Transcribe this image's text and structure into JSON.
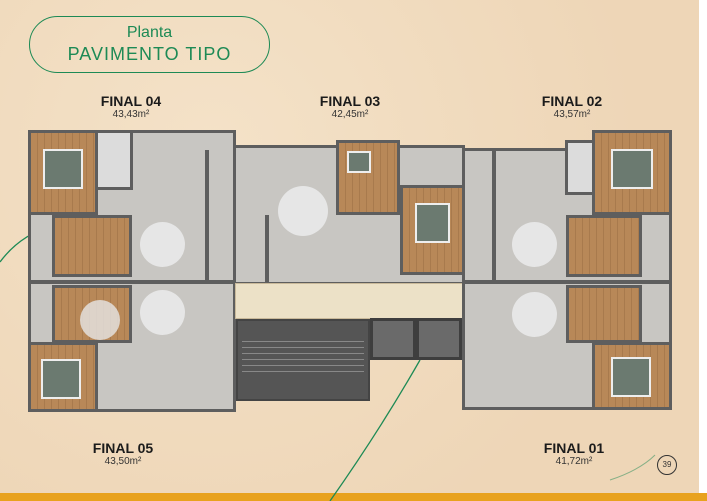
{
  "header": {
    "line1": "Planta",
    "line2": "PAVIMENTO TIPO"
  },
  "units": [
    {
      "name": "FINAL 04",
      "area": "43,43m²"
    },
    {
      "name": "FINAL 03",
      "area": "42,45m²"
    },
    {
      "name": "FINAL 02",
      "area": "43,57m²"
    },
    {
      "name": "FINAL 05",
      "area": "43,50m²"
    },
    {
      "name": "FINAL 01",
      "area": "41,72m²"
    }
  ],
  "page_number": "39",
  "colors": {
    "accent": "#1d8a55",
    "bottom_bar": "#e8a21e"
  }
}
